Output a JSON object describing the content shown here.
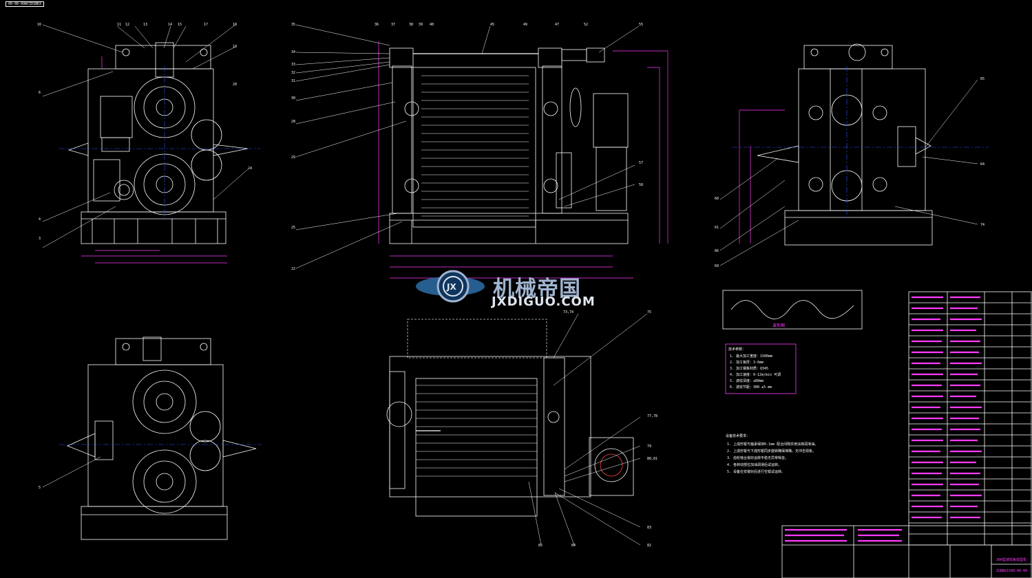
{
  "drawing": {
    "corner_code": "00-00-00WYZDSBKX",
    "watermark_cn": "机械帝国",
    "watermark_en": "JXDIGUO.COM",
    "watermark_logo_letters": "JX",
    "profile_label": "波形图",
    "tech_specs_title": "技术参数：",
    "tech_specs": [
      "1. 最大加工宽度：1500mm",
      "2. 加工板厚：3-6mm",
      "3. 加工钢板材质：Q345",
      "4. 加工速度：0-12m/min     可调",
      "5. 波纹深度：≤80mm",
      "6. 波纹节距：300 ±5 mm"
    ],
    "notes_title": "设备技术要求：",
    "notes": [
      "1. 上成形辊与轴承保持0.1mm     配合间隙并用涂抹润滑油。",
      "2. 上成形辊与下成形辊同步旋转确保准确，无冲击现象。",
      "3. 齿轮啮合良好运转平稳无异常噪音。",
      "4. 各转动部位加油润滑后试运转。",
      "5. 设备在安装好后进行空载试运转。"
    ],
    "title_block": {
      "title": "300型波纹板成型机",
      "code": "ZGBWX1500-00-00"
    },
    "colors": {
      "background": "#000000",
      "lines": "#ffffff",
      "dimension": "#ff3cff",
      "centerline": "#3355ff",
      "highlight": "#ffff00"
    }
  }
}
